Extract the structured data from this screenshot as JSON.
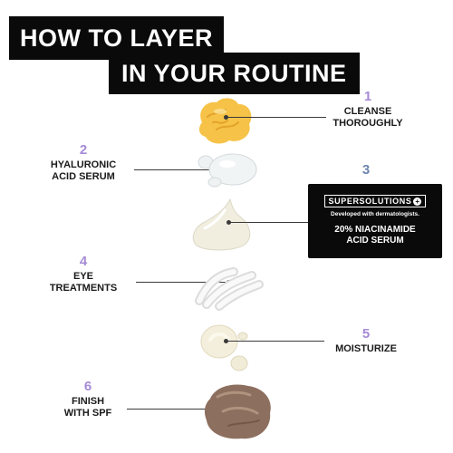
{
  "title": {
    "line1": "HOW TO LAYER",
    "line2": "IN YOUR ROUTINE"
  },
  "steps": [
    {
      "number": "1",
      "label_line1": "CLEANSE",
      "label_line2": "THOROUGHLY"
    },
    {
      "number": "2",
      "label_line1": "HYALURONIC",
      "label_line2": "ACID SERUM"
    },
    {
      "number": "3"
    },
    {
      "number": "4",
      "label_line1": "EYE",
      "label_line2": "TREATMENTS"
    },
    {
      "number": "5",
      "label_line1": "MOISTURIZE"
    },
    {
      "number": "6",
      "label_line1": "FINISH",
      "label_line2": "WITH SPF"
    }
  ],
  "callout": {
    "brand": "SUPERSOLUTIONS",
    "brand_plus": "+",
    "tagline": "Developed with dermatologists.",
    "product_line1": "20% NIACINAMIDE",
    "product_line2": "ACID SERUM"
  },
  "colors": {
    "number_purple": "#a58ad6",
    "number_blue": "#6f84ad",
    "title_bg": "#0a0a0a",
    "callout_bg": "#0a0a0a",
    "cleanser": "#f6c348",
    "cream": "#f1eee0",
    "spf": "#8d6f5f"
  },
  "icons": {
    "callout_plus": "plus-circle-icon"
  }
}
